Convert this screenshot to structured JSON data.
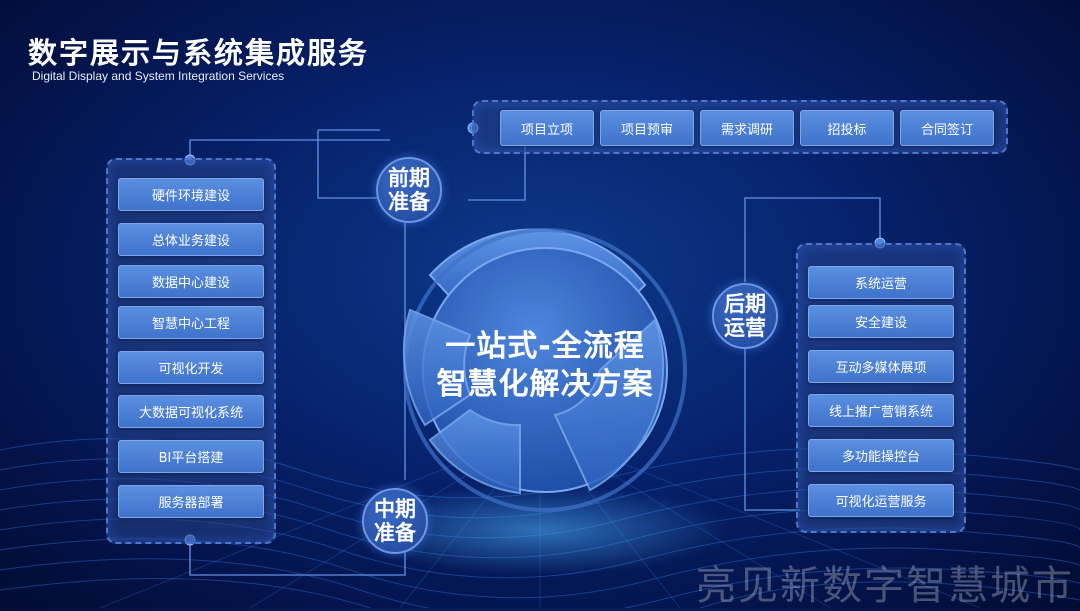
{
  "header": {
    "title": "数字展示与系统集成服务",
    "subtitle": "Digital Display and System Integration Services"
  },
  "top_row": [
    "项目立项",
    "项目预审",
    "需求调研",
    "招投标",
    "合同签订"
  ],
  "left_column": [
    "硬件环境建设",
    "总体业务建设",
    "数据中心建设",
    "智慧中心工程",
    "可视化开发",
    "大数据可视化系统",
    "BI平台搭建",
    "服务器部署"
  ],
  "right_column": [
    "系统运营",
    "安全建设",
    "互动多媒体展项",
    "线上推广营销系统",
    "多功能操控台",
    "可视化运营服务"
  ],
  "badges": {
    "early": [
      "前期",
      "准备"
    ],
    "middle": [
      "中期",
      "准备"
    ],
    "late": [
      "后期",
      "运营"
    ]
  },
  "center": {
    "line1": "一站式-全流程",
    "line2": "智慧化解决方案"
  },
  "watermark": "亮见新数字智慧城市",
  "colors": {
    "background": "#06216a",
    "button": "#4a80d8",
    "panel_border": "#4f76c8",
    "accent": "#2d5fc0"
  }
}
